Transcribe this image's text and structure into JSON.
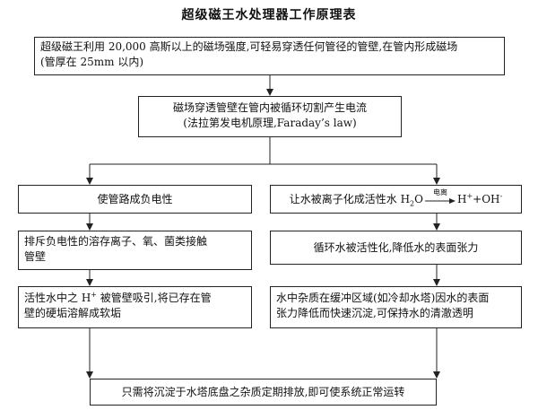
{
  "title": "超级磁王水处理器工作原理表",
  "boxes": {
    "intro": {
      "line1": "超级磁王利用 20,000 高斯以上的磁场强度,可轻易穿透任何管径的管壁,在管内形成磁场",
      "line2": "(管厚在 25mm 以内)"
    },
    "current": {
      "line1": "磁场穿透管壁在管内被循环切割产生电流",
      "line2": "(法拉第发电机原理,Faraday’s law)"
    },
    "left1": {
      "text": "使管路成负电性"
    },
    "right1": {
      "prefix": "让水被离子化成活性水 H",
      "sub": "2",
      "o": "O",
      "arrow_label": "电离",
      "h": "H",
      "hplus": "+",
      "mid": "+OH",
      "ominus": "-"
    },
    "left2": {
      "line1": "排斥负电性的溶存离子、氧、菌类接触",
      "line2": "管壁"
    },
    "right2": {
      "text": "循环水被活性化,降低水的表面张力"
    },
    "left3": {
      "a": "活性水中之 H",
      "sup": "+",
      "b": " 被管壁吸引,将已存在管",
      "line2": "壁的硬垢溶解成软垢"
    },
    "right3": {
      "line1": "水中杂质在缓冲区域(如冷却水塔)因水的表面",
      "line2": "张力降低而快速沉淀,可保持水的清澈透明"
    },
    "bottom": {
      "text": "只需将沉淀于水塔底盘之杂质定期排放,即可使系统正常运转"
    }
  }
}
